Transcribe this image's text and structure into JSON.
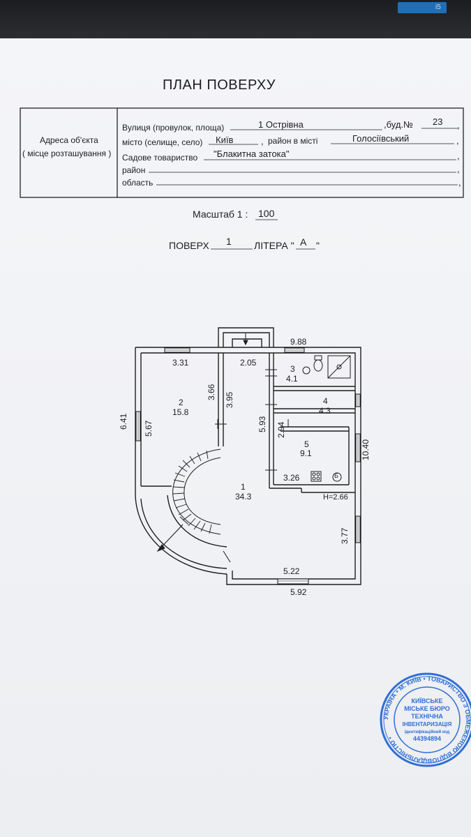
{
  "title": "ПЛАН ПОВЕРХУ",
  "address": {
    "left_label_1": "Адреса об'єкта",
    "left_label_2": "( місце розташування )",
    "street_label": "Вулиця (провулок, площа)",
    "street_value": "1 Острівна",
    "building_label": ",буд.№",
    "building_value": "23",
    "city_label": "місто (селище, село)",
    "city_value": "Київ",
    "district_label": "район в місті",
    "district_value": "Голосіївський",
    "society_label": "Садове товариство",
    "society_value": "\"Блакитна затока\"",
    "raion_label": "район",
    "oblast_label": "область",
    "comma": ","
  },
  "scale": {
    "label": "Масштаб  1 :",
    "value": "100"
  },
  "floor": {
    "label": "ПОВЕРХ",
    "value": "1",
    "litera_label": "ЛІТЕРА \"",
    "litera_value": "А",
    "litera_close": "\""
  },
  "plan": {
    "dims": {
      "top_right": "9.88",
      "room2_top": "3.31",
      "corridor_top": "2.05",
      "room2_side": "5.67",
      "left_overall": "6.41",
      "room2_inner": "3.66",
      "corridor_side": "3.95",
      "room5_left": "5.93",
      "room5_side": "2.94",
      "right_overall": "10.40",
      "room5_bottom": "3.26",
      "height": "H=2.66",
      "hall_right": "3.77",
      "bottom_inner": "5.22",
      "bottom_outer": "5.92"
    },
    "rooms": [
      {
        "num": "1",
        "area": "34.3"
      },
      {
        "num": "2",
        "area": "15.8"
      },
      {
        "num": "3",
        "area": "4.1"
      },
      {
        "num": "4",
        "area": "4.3"
      },
      {
        "num": "5",
        "area": "9.1"
      }
    ],
    "boiler_mark": "Б"
  },
  "stamp": {
    "line1": "КИЇВСЬКЕ",
    "line2": "МІСЬКЕ БЮРО",
    "line3": "ТЕХНІЧНА",
    "line4": "ІНВЕНТАРИЗАЦІЯ",
    "line5": "Ідентифікаційний код",
    "code": "44394894",
    "ring": "УКРАЇНА • М. КИЇВ • ТОВАРИСТВО З ОБМЕЖЕНОЮ ВІДПОВІДАЛЬНІСТЮ •"
  },
  "colors": {
    "ink": "#1d1d1f",
    "stamp": "#2f6fd6",
    "paper": "#f2f3f6",
    "chip": "#1f6fb8"
  }
}
